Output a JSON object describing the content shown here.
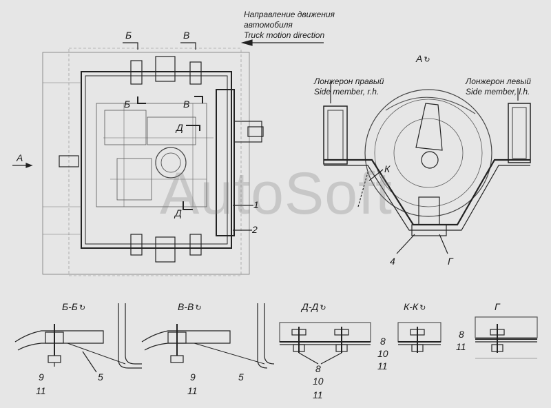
{
  "header": {
    "direction_ru": "Направление движения",
    "direction_ru2": "автомобиля",
    "direction_en": "Truck motion direction"
  },
  "view_a": {
    "title": "А",
    "rot": "↻"
  },
  "side_right": {
    "ru": "Лонжерон правый",
    "en": "Side member, r.h."
  },
  "side_left": {
    "ru": "Лонжерон левый",
    "en": "Side member, l.h."
  },
  "main_view": {
    "label_a": "А",
    "cut_b_top": "Б",
    "cut_v_top": "В",
    "cut_b_mid": "Б",
    "cut_v_mid": "В",
    "cut_d_mid": "Д",
    "cut_d_low": "Д",
    "num_1": "1",
    "num_2": "2"
  },
  "right_view": {
    "k": "К",
    "num_4": "4",
    "g": "Г"
  },
  "sections": {
    "bb": {
      "title": "Б-Б",
      "rot": "↻",
      "n9": "9",
      "n11": "11",
      "n5": "5"
    },
    "vv": {
      "title": "В-В",
      "rot": "↻",
      "n9": "9",
      "n11": "11",
      "n5": "5"
    },
    "dd": {
      "title": "Д-Д",
      "rot": "↻",
      "n8": "8",
      "n10": "10",
      "n11": "11"
    },
    "kk": {
      "title": "К-К",
      "rot": "↻",
      "n8": "8",
      "n10": "10",
      "n11": "11"
    },
    "g": {
      "title": "Г",
      "n8": "8",
      "n11": "11"
    }
  },
  "watermark": "AutoSoft"
}
